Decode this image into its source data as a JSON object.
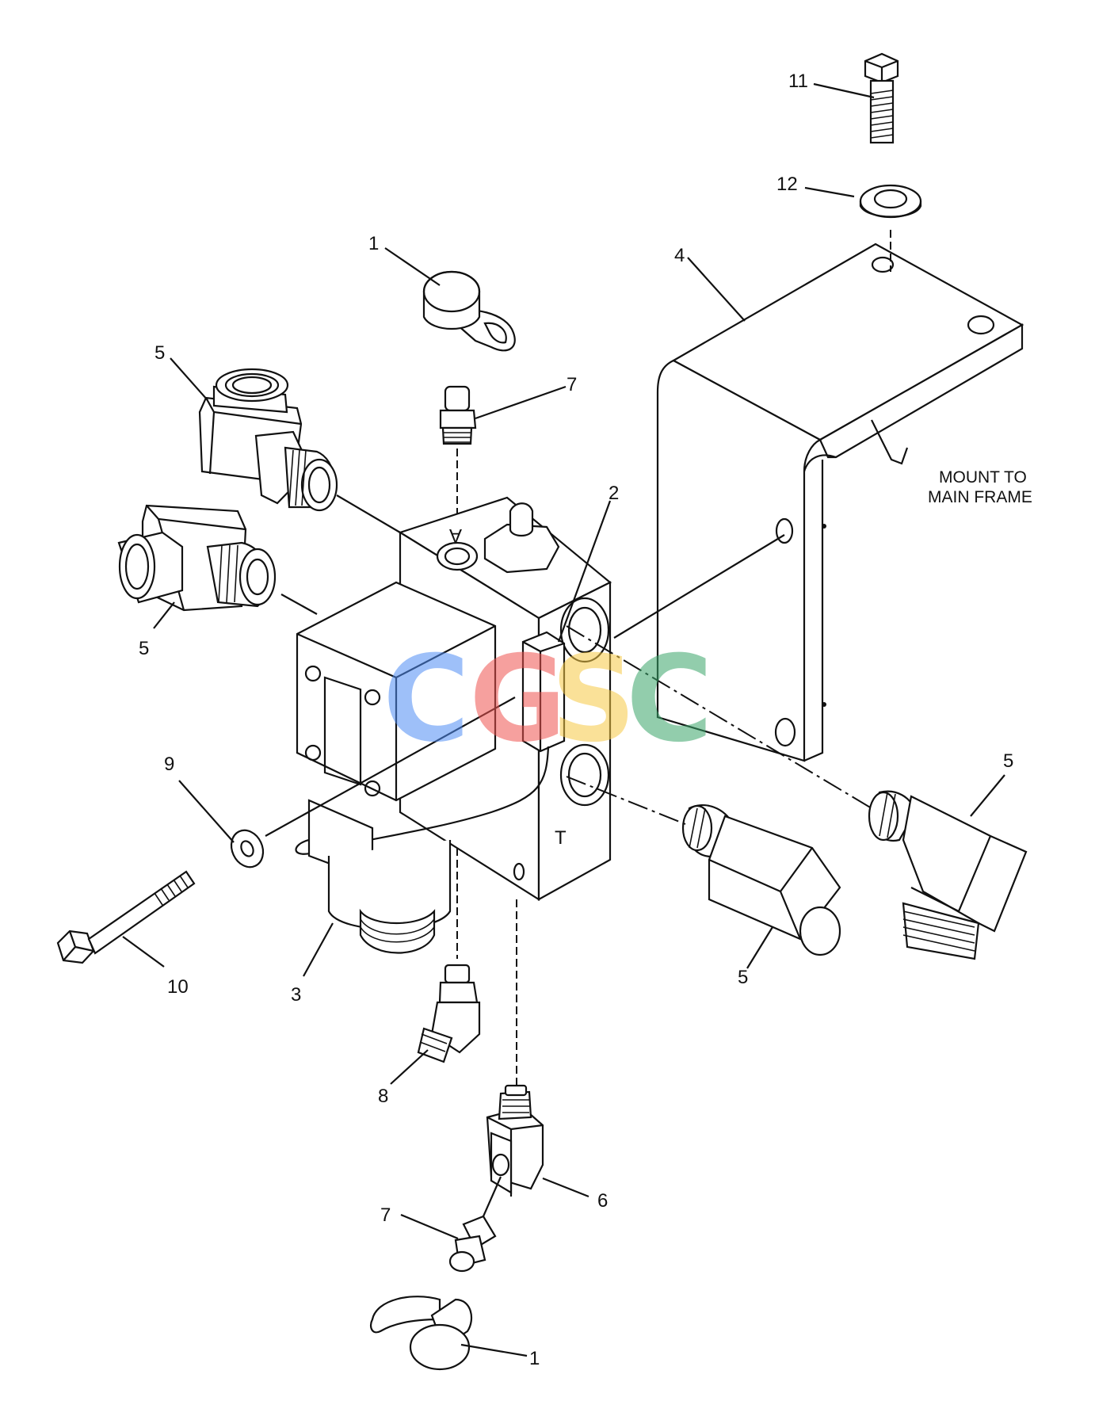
{
  "callouts": {
    "c1_top": "1",
    "c1_bottom": "1",
    "c2": "2",
    "c3": "3",
    "c4": "4",
    "c5_upper_left": "5",
    "c5_lower_left": "5",
    "c5_right_upper": "5",
    "c5_right_lower": "5",
    "c6": "6",
    "c7_top": "7",
    "c7_bottom": "7",
    "c8": "8",
    "c9": "9",
    "c10": "10",
    "c11": "11",
    "c12": "12"
  },
  "note": {
    "line1": "MOUNT TO",
    "line2": "MAIN FRAME"
  },
  "watermark": {
    "letters": [
      "C",
      "G",
      "S",
      "C"
    ],
    "colors": [
      "#4f8df5",
      "#ef5350",
      "#f6c945",
      "#3aa66a"
    ]
  },
  "block_markings": {
    "top_port": "A",
    "side_port": "T"
  }
}
